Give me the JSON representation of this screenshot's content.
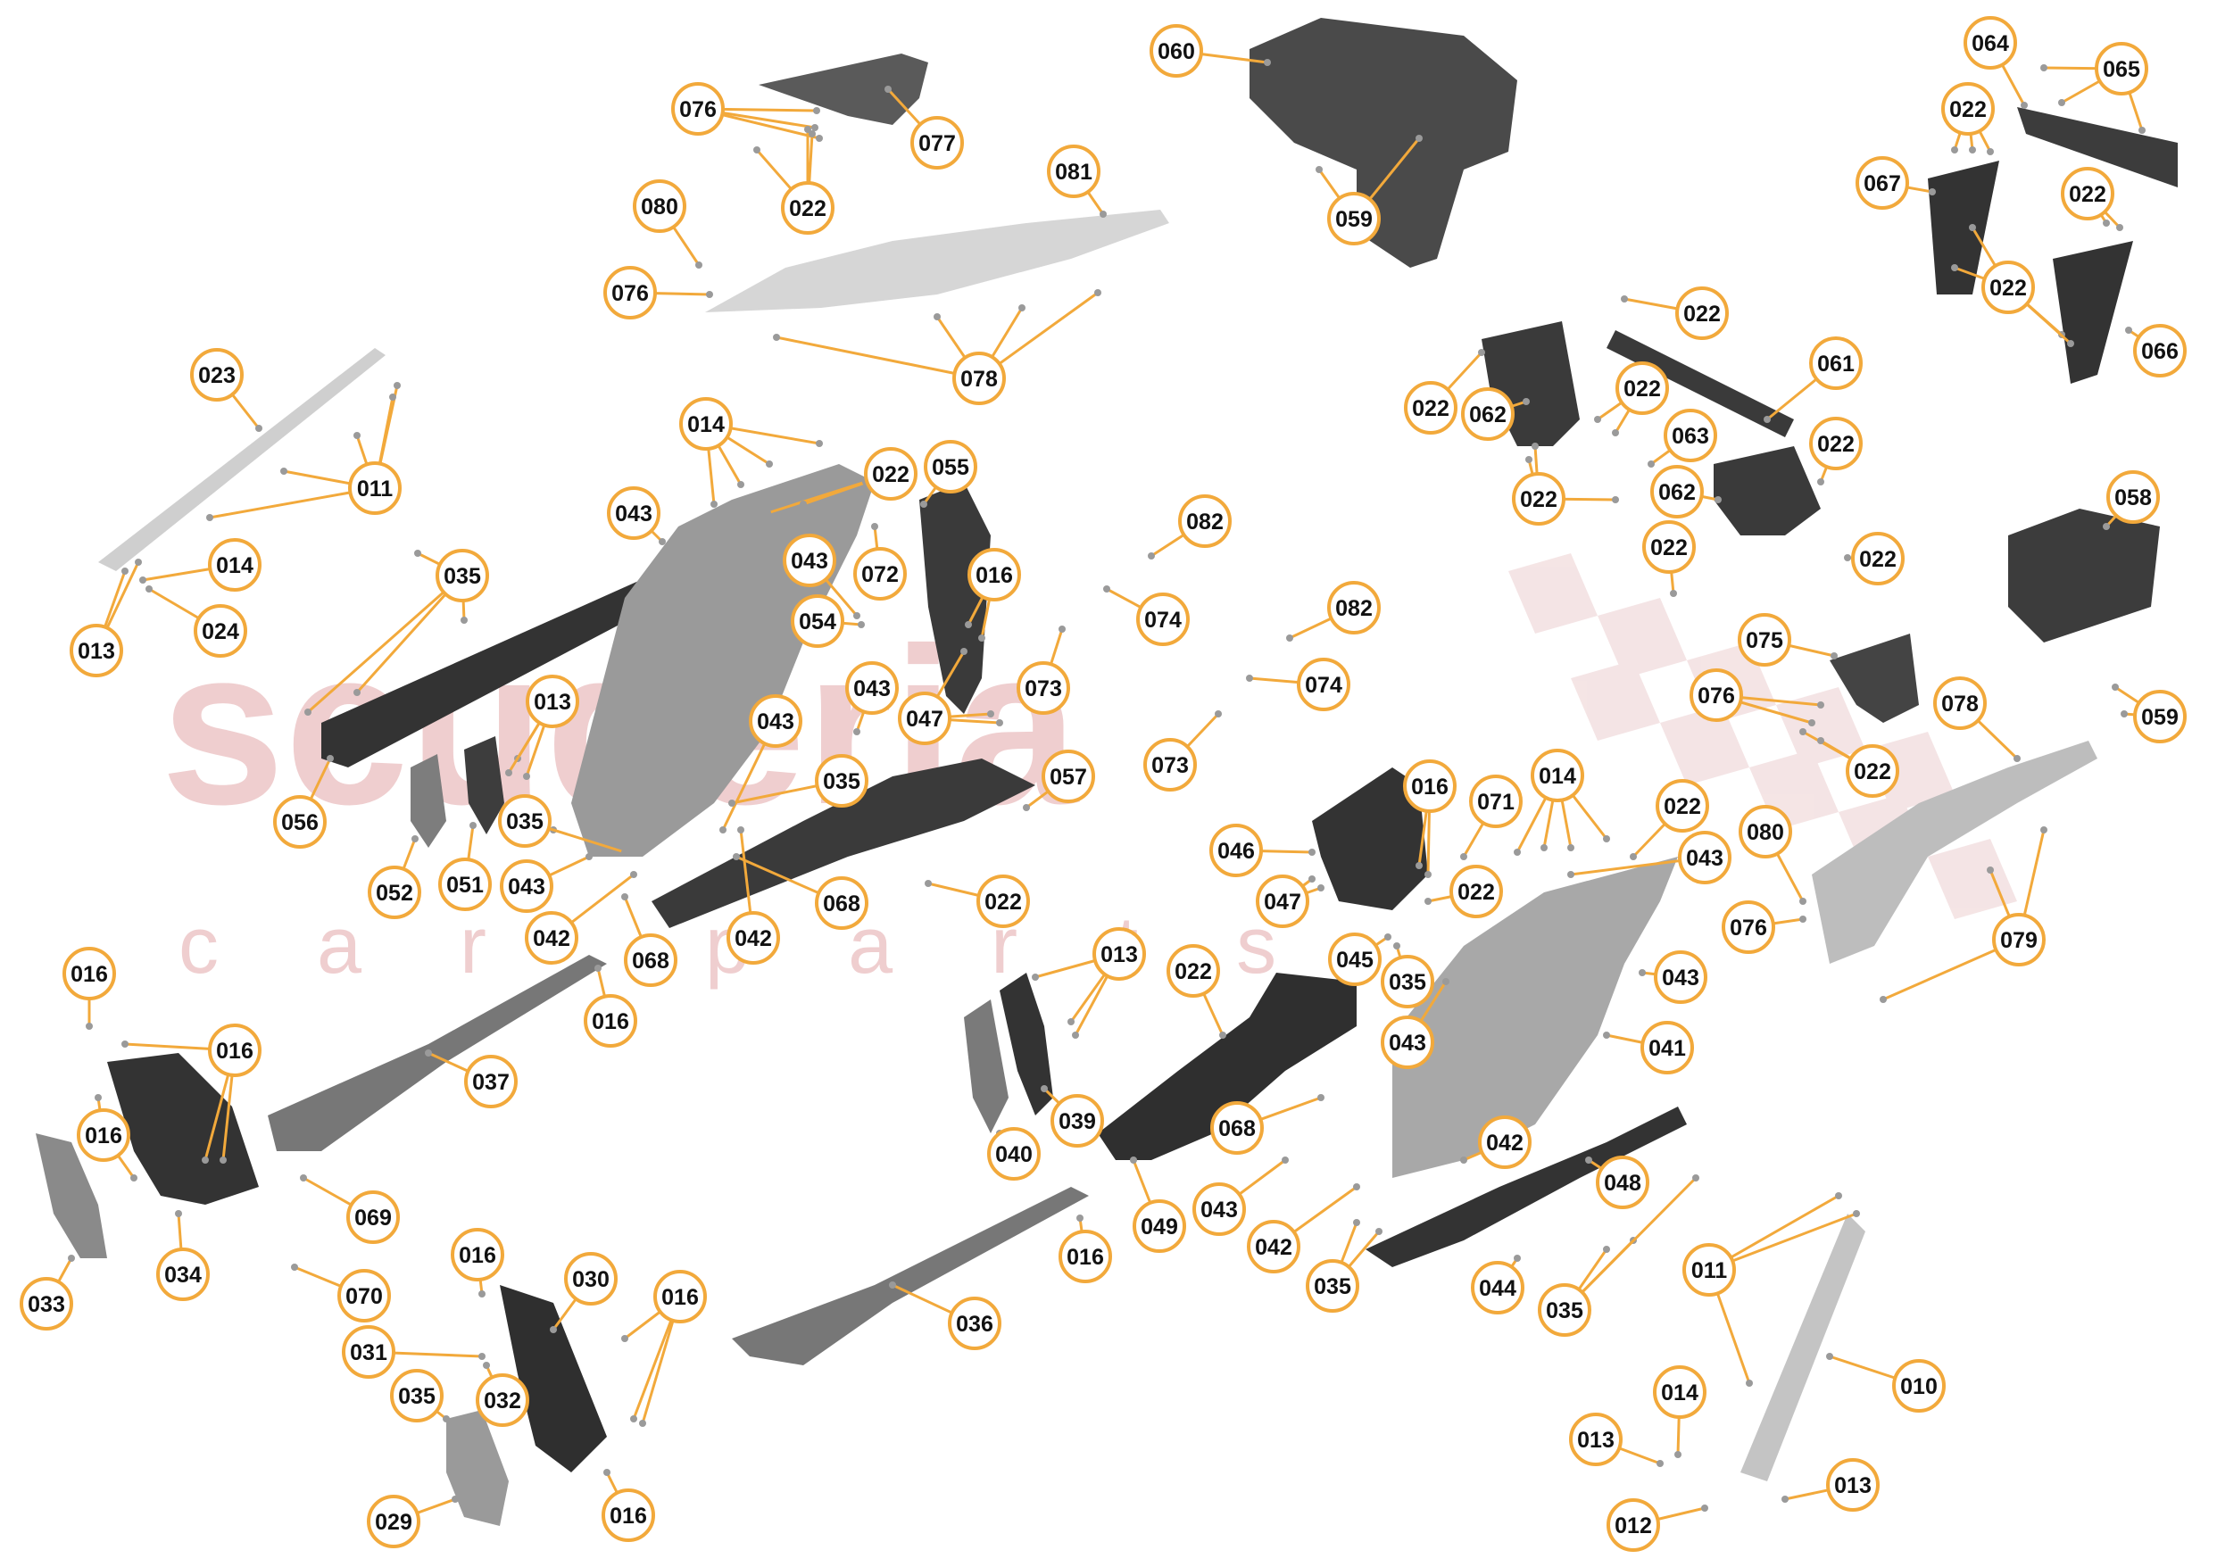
{
  "watermark": {
    "title": "scuderia",
    "subtitle": "car parts"
  },
  "colors": {
    "callout": "#f2a93b",
    "leader": "#f2a93b",
    "part_dark": "#3d3d3d",
    "part_mid": "#6e6e6e",
    "part_light": "#c9c9c9",
    "watermark": "#e8b7b8"
  },
  "callouts": [
    {
      "id": "c076a",
      "label": "076"
    },
    {
      "id": "c077",
      "label": "077"
    },
    {
      "id": "c022a",
      "label": "022"
    },
    {
      "id": "c060",
      "label": "060"
    },
    {
      "id": "c059a",
      "label": "059"
    },
    {
      "id": "c081",
      "label": "081"
    },
    {
      "id": "c080a",
      "label": "080"
    },
    {
      "id": "c076b",
      "label": "076"
    },
    {
      "id": "c078a",
      "label": "078"
    },
    {
      "id": "c064",
      "label": "064"
    },
    {
      "id": "c065",
      "label": "065"
    },
    {
      "id": "c022b",
      "label": "022"
    },
    {
      "id": "c067",
      "label": "067"
    },
    {
      "id": "c022c",
      "label": "022"
    },
    {
      "id": "c022d",
      "label": "022"
    },
    {
      "id": "c066",
      "label": "066"
    },
    {
      "id": "c023",
      "label": "023"
    },
    {
      "id": "c011a",
      "label": "011"
    },
    {
      "id": "c014a",
      "label": "014"
    },
    {
      "id": "c022e",
      "label": "022"
    },
    {
      "id": "c055",
      "label": "055"
    },
    {
      "id": "c043a",
      "label": "043"
    },
    {
      "id": "c035a",
      "label": "035"
    },
    {
      "id": "c082a",
      "label": "082"
    },
    {
      "id": "c022f",
      "label": "022"
    },
    {
      "id": "c061",
      "label": "061"
    },
    {
      "id": "c022g",
      "label": "022"
    },
    {
      "id": "c062a",
      "label": "062"
    },
    {
      "id": "c022h",
      "label": "022"
    },
    {
      "id": "c063",
      "label": "063"
    },
    {
      "id": "c022i",
      "label": "022"
    },
    {
      "id": "c022j",
      "label": "022"
    },
    {
      "id": "c062b",
      "label": "062"
    },
    {
      "id": "c058",
      "label": "058"
    },
    {
      "id": "c014b",
      "label": "014"
    },
    {
      "id": "c013a",
      "label": "013"
    },
    {
      "id": "c024",
      "label": "024"
    },
    {
      "id": "c043b",
      "label": "043"
    },
    {
      "id": "c072",
      "label": "072"
    },
    {
      "id": "c016a",
      "label": "016"
    },
    {
      "id": "c074a",
      "label": "074"
    },
    {
      "id": "c082b",
      "label": "082"
    },
    {
      "id": "c022k",
      "label": "022"
    },
    {
      "id": "c022l",
      "label": "022"
    },
    {
      "id": "c054",
      "label": "054"
    },
    {
      "id": "c043c",
      "label": "043"
    },
    {
      "id": "c073a",
      "label": "073"
    },
    {
      "id": "c074b",
      "label": "074"
    },
    {
      "id": "c075",
      "label": "075"
    },
    {
      "id": "c076c",
      "label": "076"
    },
    {
      "id": "c059b",
      "label": "059"
    },
    {
      "id": "c013b",
      "label": "013"
    },
    {
      "id": "c047a",
      "label": "047"
    },
    {
      "id": "c043d",
      "label": "043"
    },
    {
      "id": "c073b",
      "label": "073"
    },
    {
      "id": "c078b",
      "label": "078"
    },
    {
      "id": "c022m",
      "label": "022"
    },
    {
      "id": "c057",
      "label": "057"
    },
    {
      "id": "c035b",
      "label": "035"
    },
    {
      "id": "c014c",
      "label": "014"
    },
    {
      "id": "c056",
      "label": "056"
    },
    {
      "id": "c035c",
      "label": "035"
    },
    {
      "id": "c016b",
      "label": "016"
    },
    {
      "id": "c071",
      "label": "071"
    },
    {
      "id": "c022n",
      "label": "022"
    },
    {
      "id": "c046",
      "label": "046"
    },
    {
      "id": "c043e",
      "label": "043"
    },
    {
      "id": "c080b",
      "label": "080"
    },
    {
      "id": "c052",
      "label": "052"
    },
    {
      "id": "c051",
      "label": "051"
    },
    {
      "id": "c043f",
      "label": "043"
    },
    {
      "id": "c068a",
      "label": "068"
    },
    {
      "id": "c022o",
      "label": "022"
    },
    {
      "id": "c047b",
      "label": "047"
    },
    {
      "id": "c022p",
      "label": "022"
    },
    {
      "id": "c042a",
      "label": "042"
    },
    {
      "id": "c068b",
      "label": "068"
    },
    {
      "id": "c042b",
      "label": "042"
    },
    {
      "id": "c076d",
      "label": "076"
    },
    {
      "id": "c079",
      "label": "079"
    },
    {
      "id": "c045",
      "label": "045"
    },
    {
      "id": "c016c",
      "label": "016"
    },
    {
      "id": "c013c",
      "label": "013"
    },
    {
      "id": "c022q",
      "label": "022"
    },
    {
      "id": "c035d",
      "label": "035"
    },
    {
      "id": "c043g",
      "label": "043"
    },
    {
      "id": "c016d",
      "label": "016"
    },
    {
      "id": "c043h",
      "label": "043"
    },
    {
      "id": "c041",
      "label": "041"
    },
    {
      "id": "c016e",
      "label": "016"
    },
    {
      "id": "c037",
      "label": "037"
    },
    {
      "id": "c039",
      "label": "039"
    },
    {
      "id": "c068c",
      "label": "068"
    },
    {
      "id": "c042c",
      "label": "042"
    },
    {
      "id": "c016f",
      "label": "016"
    },
    {
      "id": "c040",
      "label": "040"
    },
    {
      "id": "c048",
      "label": "048"
    },
    {
      "id": "c043i",
      "label": "043"
    },
    {
      "id": "c049",
      "label": "049"
    },
    {
      "id": "c033",
      "label": "033"
    },
    {
      "id": "c034",
      "label": "034"
    },
    {
      "id": "c069",
      "label": "069"
    },
    {
      "id": "c042d",
      "label": "042"
    },
    {
      "id": "c016g",
      "label": "016"
    },
    {
      "id": "c016h",
      "label": "016"
    },
    {
      "id": "c035e",
      "label": "035"
    },
    {
      "id": "c011b",
      "label": "011"
    },
    {
      "id": "c070",
      "label": "070"
    },
    {
      "id": "c030",
      "label": "030"
    },
    {
      "id": "c016i",
      "label": "016"
    },
    {
      "id": "c044",
      "label": "044"
    },
    {
      "id": "c035f",
      "label": "035"
    },
    {
      "id": "c036",
      "label": "036"
    },
    {
      "id": "c031",
      "label": "031"
    },
    {
      "id": "c035g",
      "label": "035"
    },
    {
      "id": "c032",
      "label": "032"
    },
    {
      "id": "c010",
      "label": "010"
    },
    {
      "id": "c014d",
      "label": "014"
    },
    {
      "id": "c013d",
      "label": "013"
    },
    {
      "id": "c013e",
      "label": "013"
    },
    {
      "id": "c029",
      "label": "029"
    },
    {
      "id": "c016j",
      "label": "016"
    },
    {
      "id": "c012",
      "label": "012"
    }
  ]
}
